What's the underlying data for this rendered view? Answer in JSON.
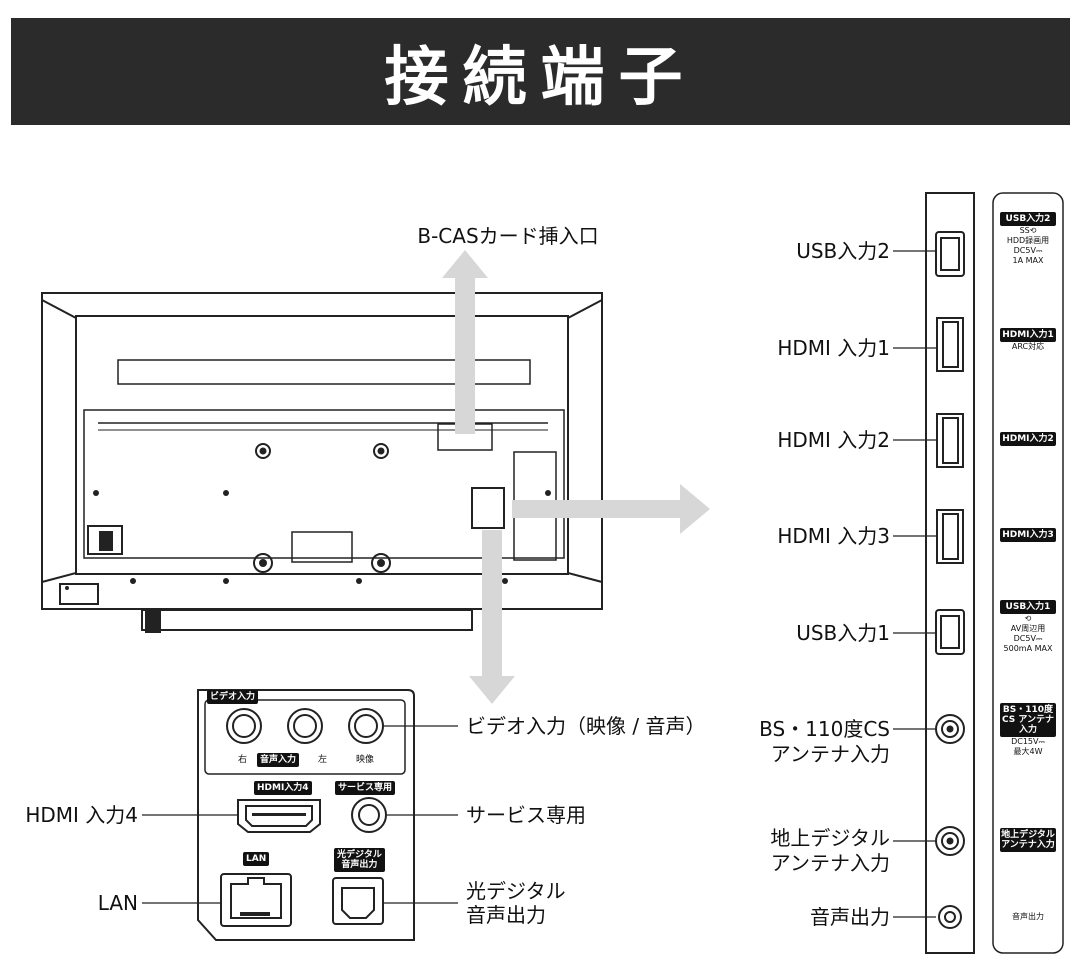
{
  "title": "接続端子",
  "top_label": "B-CASカード挿入口",
  "right_labels": {
    "usb2": "USB入力2",
    "hdmi1": "HDMI 入力1",
    "hdmi2": "HDMI 入力2",
    "hdmi3": "HDMI 入力3",
    "usb1": "USB入力1",
    "bs_line1": "BS・110度CS",
    "bs_line2": "アンテナ入力",
    "terr_line1": "地上デジタル",
    "terr_line2": "アンテナ入力",
    "audio_out": "音声出力"
  },
  "badges": {
    "usb2": {
      "head": "USB入力2",
      "lines": [
        "SS⟲",
        "HDD録画用",
        "DC5V⎓",
        "1A MAX"
      ]
    },
    "hdmi1": {
      "head": "HDMI入力1",
      "lines": [
        "ARC対応"
      ]
    },
    "hdmi2": {
      "head": "HDMI入力2"
    },
    "hdmi3": {
      "head": "HDMI入力3"
    },
    "usb1": {
      "head": "USB入力1",
      "lines": [
        "⟲",
        "AV周辺用",
        "DC5V⎓",
        "500mA MAX"
      ]
    },
    "bs": {
      "head": "BS・110度CS アンテナ入力",
      "lines": [
        "DC15V⎓",
        "最大4W"
      ]
    },
    "terr": {
      "head": "地上デジタル アンテナ入力"
    },
    "audio": {
      "text": "音声出力"
    }
  },
  "panel_labels": {
    "video_head": "ビデオ入力",
    "right": "右",
    "audio_in": "音声入力",
    "left": "左",
    "video": "映像",
    "hdmi4_head": "HDMI入力4",
    "service_head": "サービス専用",
    "lan_head": "LAN",
    "optical_head_1": "光デジタル",
    "optical_head_2": "音声出力"
  },
  "callouts": {
    "video_in": "ビデオ入力（映像 / 音声）",
    "hdmi4": "HDMI 入力4",
    "service": "サービス専用",
    "lan": "LAN",
    "optical_1": "光デジタル",
    "optical_2": "音声出力"
  },
  "colors": {
    "banner": "#2b2b2b",
    "arrow": "#d7d7d7",
    "line": "#222222"
  }
}
